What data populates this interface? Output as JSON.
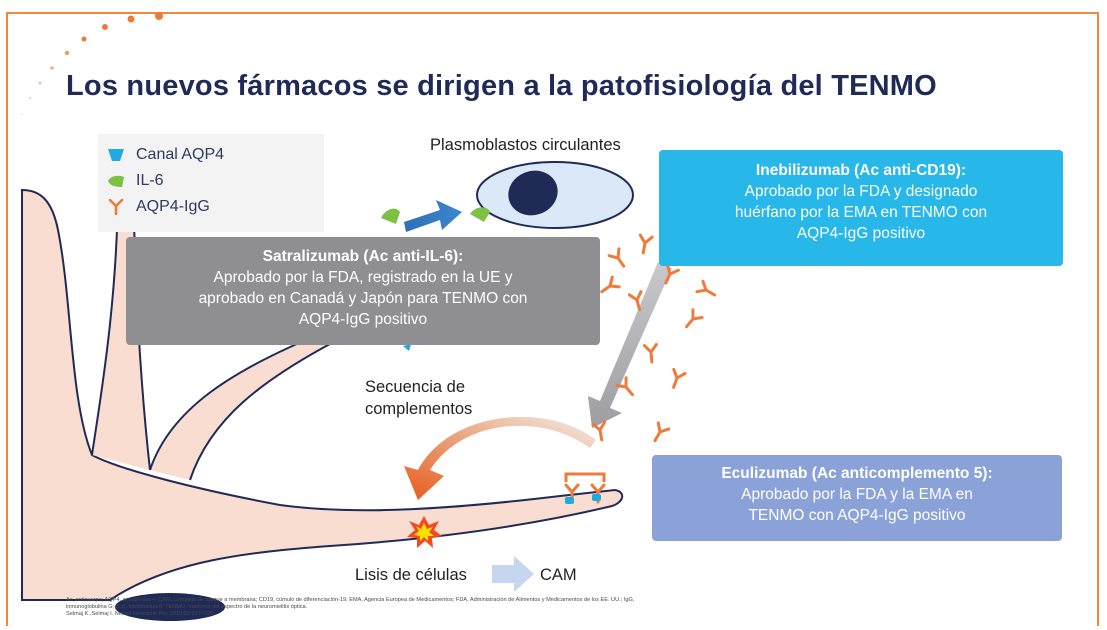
{
  "slide": {
    "title": "Los nuevos fármacos se dirigen a la patofisiología del TENMO",
    "legend": [
      {
        "icon": "channel-icon",
        "label": "Canal AQP4",
        "color": "#21a9e1"
      },
      {
        "icon": "il6-icon",
        "label": "IL-6",
        "color": "#7bc142"
      },
      {
        "icon": "antibody-icon",
        "label": "AQP4-IgG",
        "color": "#ef7a3a"
      }
    ],
    "plasmoblasts_label": "Plasmoblastos circulantes",
    "satralizumab": {
      "heading": "Satralizumab (Ac anti-IL-6):",
      "lines": [
        "Aprobado por la FDA, registrado en la UE y",
        "aprobado en Canadá y Japón para TENMO con",
        "AQP4-IgG positivo"
      ]
    },
    "inebilizumab": {
      "heading": "Inebilizumab (Ac anti-CD19):",
      "lines": [
        "Aprobado por la FDA y designado",
        "huérfano por la EMA en TENMO con",
        "AQP4-IgG positivo"
      ]
    },
    "eculizumab": {
      "heading": "Eculizumab (Ac anticomplemento 5):",
      "lines": [
        "Aprobado por la FDA y la EMA en",
        "TENMO con AQP4-IgG positivo"
      ]
    },
    "complement_label": [
      "Secuencia de",
      "complementos"
    ],
    "lysis_label": "Lisis de células",
    "cam_label": "CAM",
    "footnote": [
      "Ac, anticuerpo; AQP4, acuaporina-4; CAM, complejo de ataque a membrana; CD19, cúmulo de diferenciación-19; EMA, Agencia Europea de Medicamentos; FDA, Administración de Alimentos y Medicamentos de los EE. UU.; IgG,",
      "inmunoglobulina G; IL-6, interleucina-6; TENMO, trastorno del espectro de la neuromielitis óptica.",
      "Selmaj K ,Selmaj I. Neurol Neurochir Pol. 2019;53:317–326."
    ],
    "colors": {
      "accent": "#ef8a3c",
      "title": "#1f2a57",
      "satralizumab_box": "#8f8f92",
      "inebilizumab_box": "#27b7e8",
      "eculizumab_box": "#8aa2d8",
      "astrocyte": "#f9ddd0",
      "plasmoblast": "#dbe8f7"
    }
  }
}
